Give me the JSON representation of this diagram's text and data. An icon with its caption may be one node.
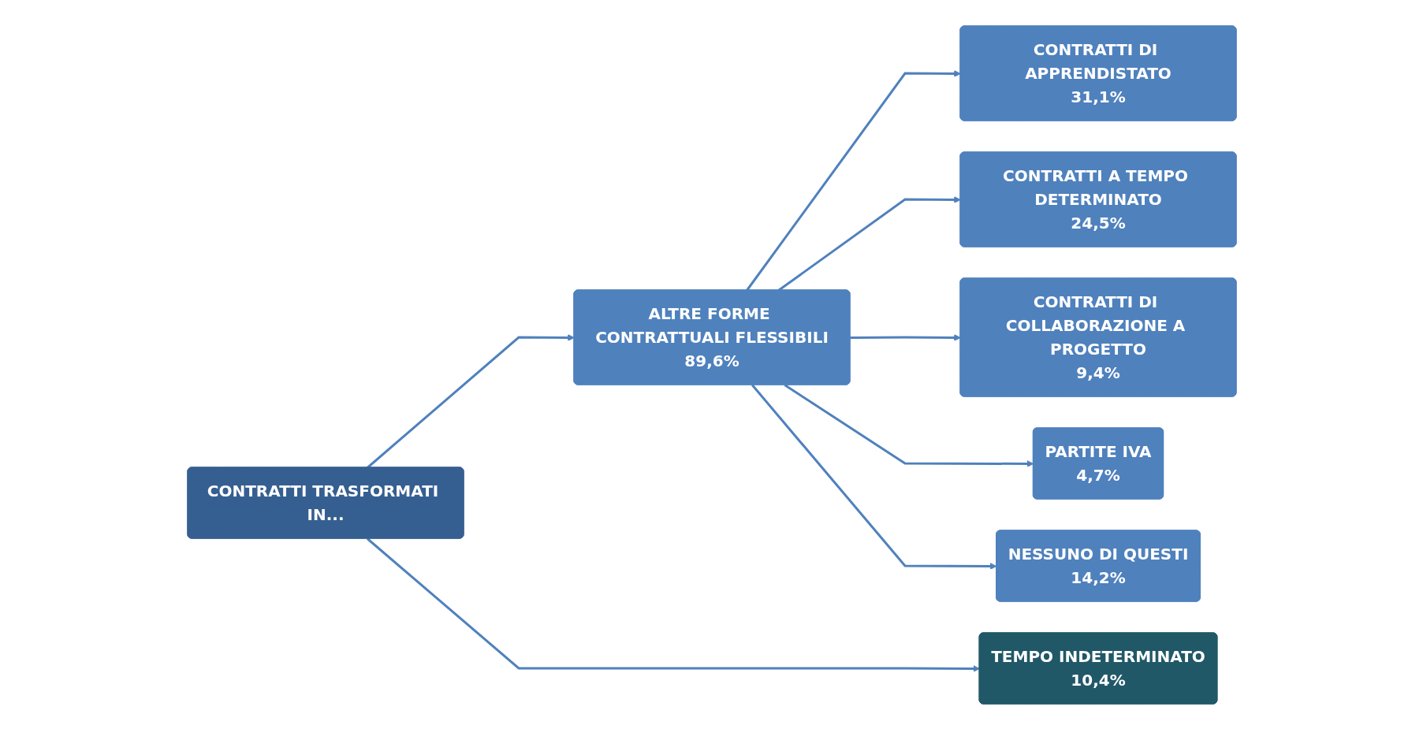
{
  "diagram": {
    "nodes": [
      {
        "text": [
          "CONTRATTI TRASFORMATI IN..."
        ]
      },
      {
        "text": [
          "ALTRE FORME CONTRATTUALI FLESSIBILI",
          "89,6%"
        ]
      },
      {
        "text": [
          "TEMPO INDETERMINATO",
          "10,4%"
        ]
      },
      {
        "text": [
          "CONTRATTI DI APPRENDISTATO",
          "31,1%"
        ]
      },
      {
        "text": [
          "CONTRATTI A TEMPO DETERMINATO",
          "24,5%"
        ]
      },
      {
        "text": [
          "CONTRATTI DI COLLABORAZIONE A PROGETTO",
          "9,4%"
        ]
      },
      {
        "text": [
          "PARTITE IVA",
          "4,7%"
        ]
      },
      {
        "text": [
          "NESSUNO DI QUESTI",
          "14,2%"
        ]
      }
    ],
    "edges": [
      {
        "from": 0,
        "to": 1,
        "arrow": "to"
      },
      {
        "from": 0,
        "to": 2,
        "arrow": "to"
      },
      {
        "from": 1,
        "to": 3,
        "arrow": "to"
      },
      {
        "from": 1,
        "to": 4,
        "arrow": "to"
      },
      {
        "from": 1,
        "to": 5,
        "arrow": "to"
      },
      {
        "from": 1,
        "to": 6,
        "arrow": "to"
      },
      {
        "from": 1,
        "to": 7,
        "arrow": "to"
      }
    ]
  }
}
